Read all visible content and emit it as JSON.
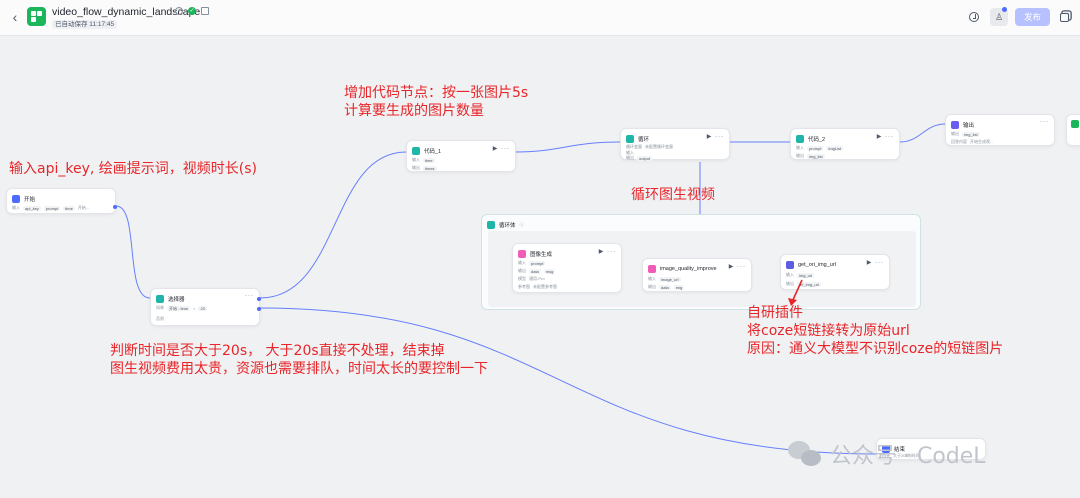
{
  "header": {
    "title": "video_flow_dynamic_landscape",
    "autosave": "已自动保存 11:17:45",
    "publish_label": "发布"
  },
  "nodes": {
    "start": {
      "title": "开始",
      "in_label": "输入",
      "chips": [
        "api_key",
        "prompt",
        "time"
      ],
      "more": "开始..."
    },
    "selector": {
      "title": "选择器",
      "cond_if": "如果",
      "chip_a": "开始 - time",
      "op": ">",
      "value": "20",
      "else_label": "否则"
    },
    "code1": {
      "title": "代码_1",
      "in_label": "输入",
      "in_chip": "time",
      "out_label": "输出",
      "out_chip": "times"
    },
    "loop": {
      "title": "循环",
      "row1_label": "循环变量",
      "row1_val": "未配置循环变量",
      "in_label": "输入",
      "out_label": "输出",
      "out_chip": "output"
    },
    "code2": {
      "title": "代码_2",
      "in_label": "输入",
      "in_chips": [
        "prompt",
        "imgList"
      ],
      "out_label": "输出",
      "out_chip": "img_list"
    },
    "output": {
      "title": "输出",
      "in_label": "输出",
      "in_chip": "img_list",
      "row2_label": "回答内容",
      "row2_val": "开始生成视..."
    },
    "loopbody": {
      "title": "循环体"
    },
    "imggen": {
      "title": "图像生成",
      "in_label": "输入",
      "in_chip": "prompt",
      "out_label": "输出",
      "out_chips": [
        "data",
        "msg"
      ],
      "model_label": "模型",
      "model_val": "通用-Pro",
      "ref_label": "参考图",
      "ref_val": "未配置参考图"
    },
    "improve": {
      "title": "image_quality_improve",
      "in_label": "输入",
      "in_chip": "image_url",
      "out_label": "输出",
      "out_chips": [
        "data",
        "img"
      ]
    },
    "geturl": {
      "title": "get_ori_img_url",
      "in_label": "输入",
      "in_chip": "img_url",
      "out_label": "输出",
      "out_chip": "ori_img_url"
    },
    "end2": {
      "title": "结束",
      "row_label": "回答",
      "row_val": "大于20s的时间"
    }
  },
  "annotations": {
    "a1": "输入api_key, 绘画提示词，视频时长(s)",
    "a2_l1": "增加代码节点：按一张图片5s",
    "a2_l2": "计算要生成的图片数量",
    "a3": "循环图生视频",
    "a4_l1": "判断时间是否大于20s， 大于20s直接不处理，结束掉",
    "a4_l2": "图生视频费用太贵，资源也需要排队，时间太长的要控制一下",
    "a5_l1": "自研插件",
    "a5_l2": "将coze短链接转为原始url",
    "a5_l3": "原因：通义大模型不识别coze的短链图片"
  },
  "watermark": "公众号 · CodeL",
  "colors": {
    "accent": "#4e6bff",
    "annotation": "#e8262a",
    "start_icon": "#4e6bff",
    "code_icon": "#1fb5a8",
    "image_icon": "#f05cb7",
    "plugin_icon": "#5b5ce2",
    "output_icon": "#6a5cf0"
  }
}
